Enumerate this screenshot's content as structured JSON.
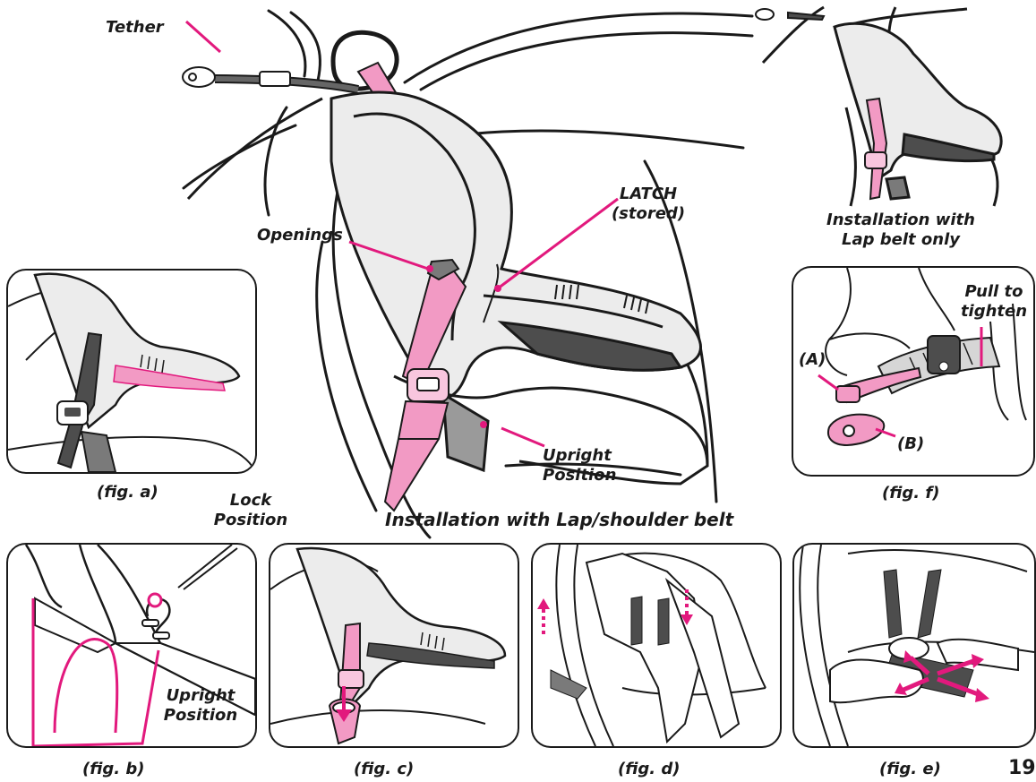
{
  "colors": {
    "accent": "#e2197d",
    "ink": "#1a1a1a",
    "belt_pink": "#f29ac4",
    "seat_gray": "#e7e7e7",
    "belt_dark": "#4d4d4d"
  },
  "main": {
    "tether": "Tether",
    "openings": "Openings",
    "latch_line1": "LATCH",
    "latch_line2": "(stored)",
    "upright_line1": "Upright",
    "upright_line2": "Position",
    "caption": "Installation with Lap/shoulder belt"
  },
  "lap_only": {
    "caption_line1": "Installation with",
    "caption_line2": "Lap belt only"
  },
  "fig_f": {
    "pull_line1": "Pull to",
    "pull_line2": "tighten",
    "label_a": "(A)",
    "label_b": "(B)",
    "caption": "(fig. f)"
  },
  "fig_a": {
    "caption": "(fig. a)"
  },
  "fig_b": {
    "lock_line1": "Lock",
    "lock_line2": "Position",
    "upright_line1": "Upright",
    "upright_line2": "Position",
    "caption": "(fig. b)"
  },
  "fig_c": {
    "caption": "(fig. c)"
  },
  "fig_d": {
    "caption": "(fig. d)"
  },
  "fig_e": {
    "caption": "(fig. e)"
  },
  "page_number": "19"
}
